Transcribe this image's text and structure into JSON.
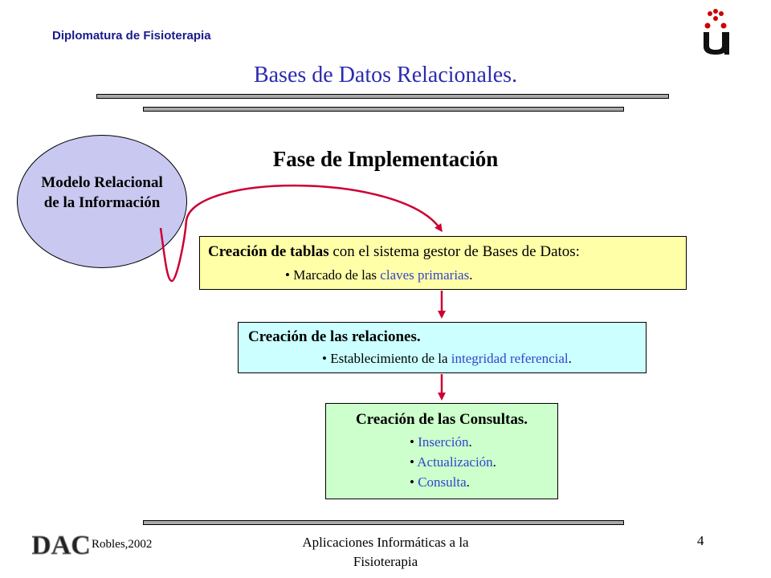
{
  "header": {
    "subtitle": "Diplomatura de Fisioterapia",
    "logo_icon": "university-u-logo-icon"
  },
  "slide": {
    "title": "Bases de Datos Relacionales.",
    "phase_title": "Fase de Implementación"
  },
  "ellipse": {
    "line1": "Modelo Relacional",
    "line2": "de la Información"
  },
  "box1": {
    "title_bold": "Creación de tablas",
    "title_rest": " con el sistema gestor de Bases de Datos:",
    "bullet_prefix": "• Marcado de las ",
    "bullet_highlight": "claves primarias",
    "bullet_suffix": "."
  },
  "box2": {
    "title": "Creación de las relaciones.",
    "bullet_prefix": "• Establecimiento de la ",
    "bullet_highlight": "integridad referencial",
    "bullet_suffix": "."
  },
  "box3": {
    "title": "Creación de las Consultas.",
    "items": [
      "Inserción",
      "Actualización",
      "Consulta"
    ],
    "bullet": "• ",
    "suffix": "."
  },
  "footer": {
    "author": "Robles,2002",
    "course": "Aplicaciones Informáticas a la Fisioterapia",
    "page": "4",
    "logo_text": "DAC"
  },
  "colors": {
    "title_blue": "#2b2bb0",
    "highlight_blue": "#3344cc",
    "ellipse_fill": "#c8c8f0",
    "box1_fill": "#ffffa8",
    "box2_fill": "#ccffff",
    "box3_fill": "#ccffcc",
    "arrow_red": "#cc0033",
    "logo_red": "#cc0000"
  }
}
